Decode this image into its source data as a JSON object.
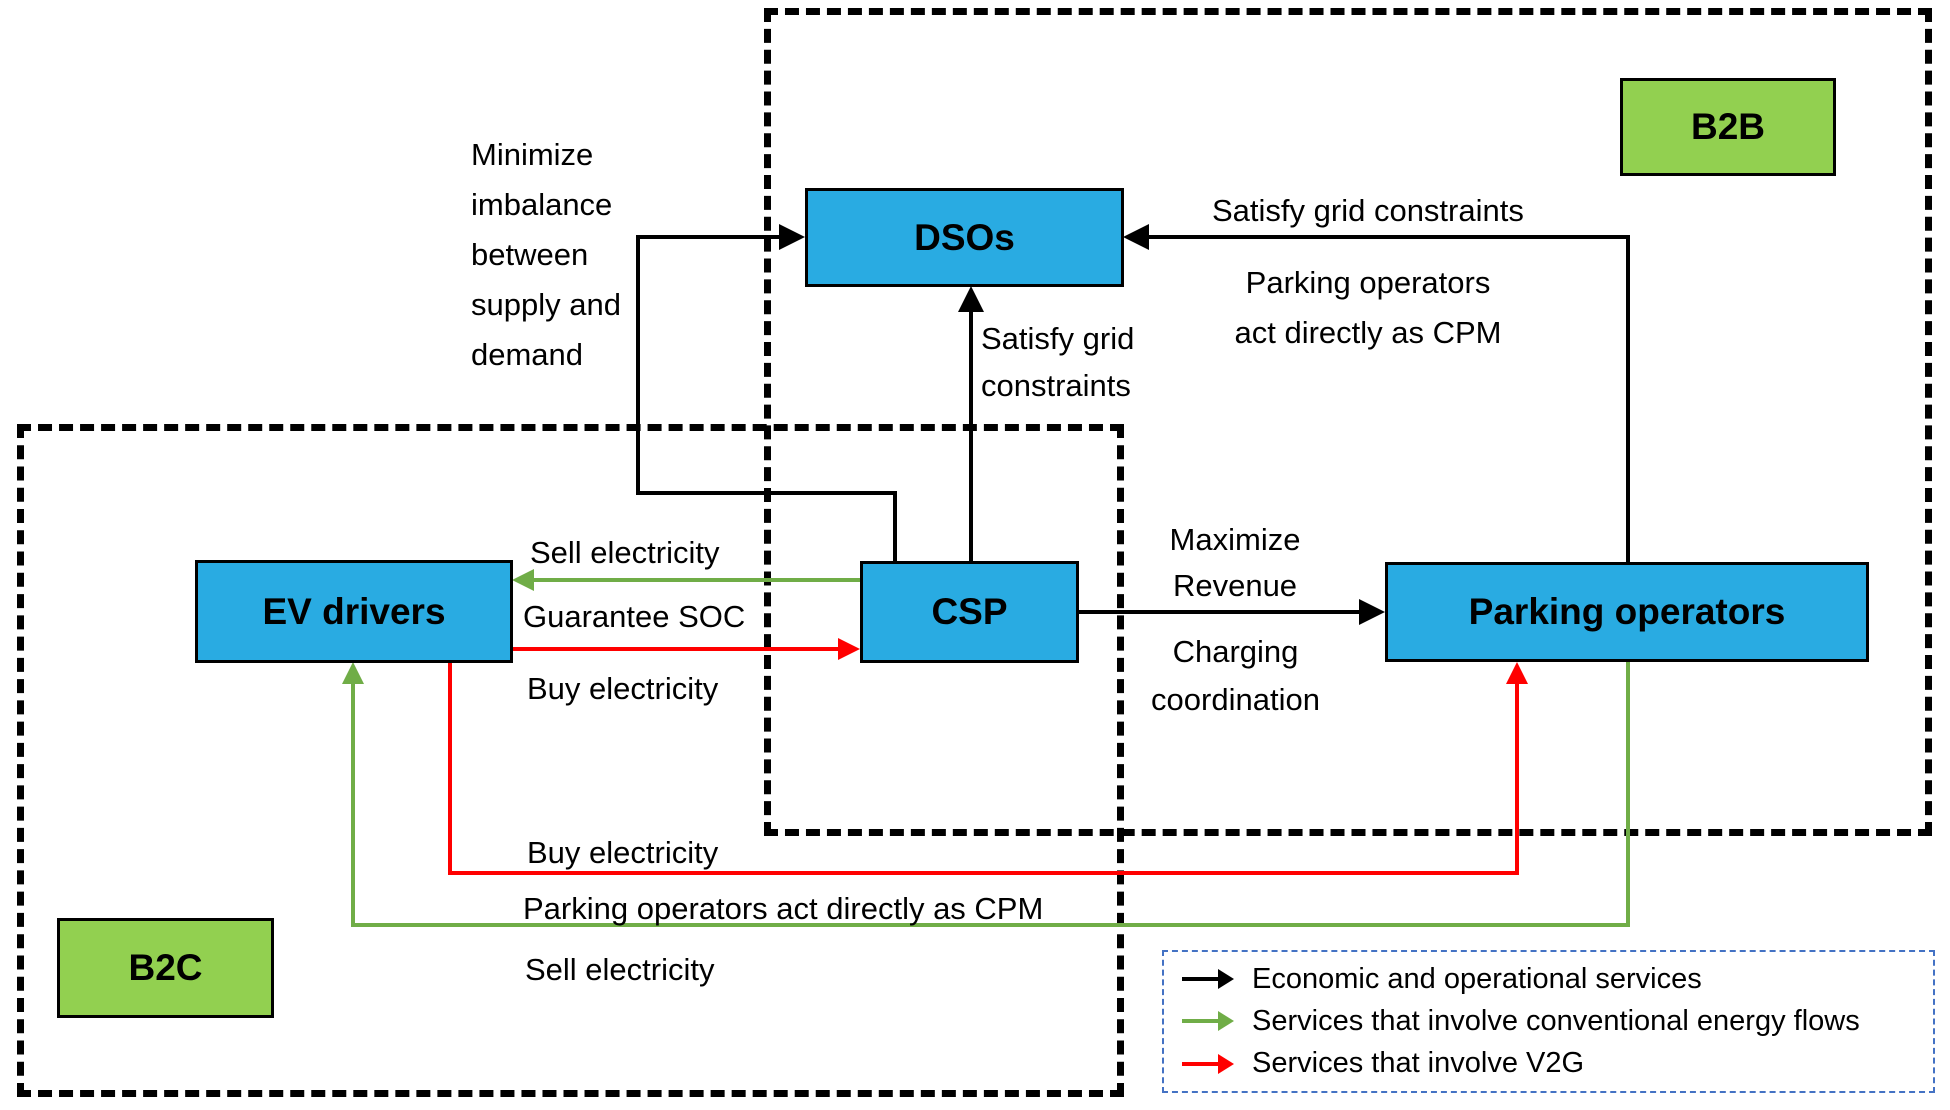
{
  "diagram": {
    "zones": {
      "b2b": "B2B",
      "b2c": "B2C"
    },
    "nodes": {
      "dsos": "DSOs",
      "csp": "CSP",
      "ev_drivers": "EV drivers",
      "parking_operators": "Parking operators"
    },
    "labels": {
      "minimize_imbalance": [
        "Minimize",
        "imbalance",
        "between",
        "supply and",
        "demand"
      ],
      "satisfy_grid_csp_dsos": [
        "Satisfy grid",
        "constraints"
      ],
      "satisfy_grid_parking_dsos": "Satisfy grid constraints",
      "parking_act_cpm_b2b": [
        "Parking operators",
        "act directly as CPM"
      ],
      "maximize_revenue": [
        "Maximize",
        "Revenue"
      ],
      "charging_coordination": [
        "Charging",
        "coordination"
      ],
      "sell_electricity_csp_ev": "Sell electricity",
      "guarantee_soc": "Guarantee SOC",
      "buy_electricity_ev_csp": "Buy electricity",
      "buy_electricity_ev_parking": "Buy electricity",
      "parking_act_cpm_bottom": "Parking operators act directly as CPM",
      "sell_electricity_parking_ev": "Sell electricity"
    },
    "legend": {
      "items": [
        {
          "color_key": "black",
          "label": "Economic and operational services"
        },
        {
          "color_key": "green",
          "label": "Services that involve conventional energy flows"
        },
        {
          "color_key": "red",
          "label": "Services that involve V2G"
        }
      ]
    },
    "colors": {
      "node_fill": "#29abe2",
      "zone_fill": "#92d050",
      "line_black": "#000000",
      "line_green": "#70ad47",
      "line_red": "#ff0000",
      "legend_border": "#4472c4"
    }
  }
}
